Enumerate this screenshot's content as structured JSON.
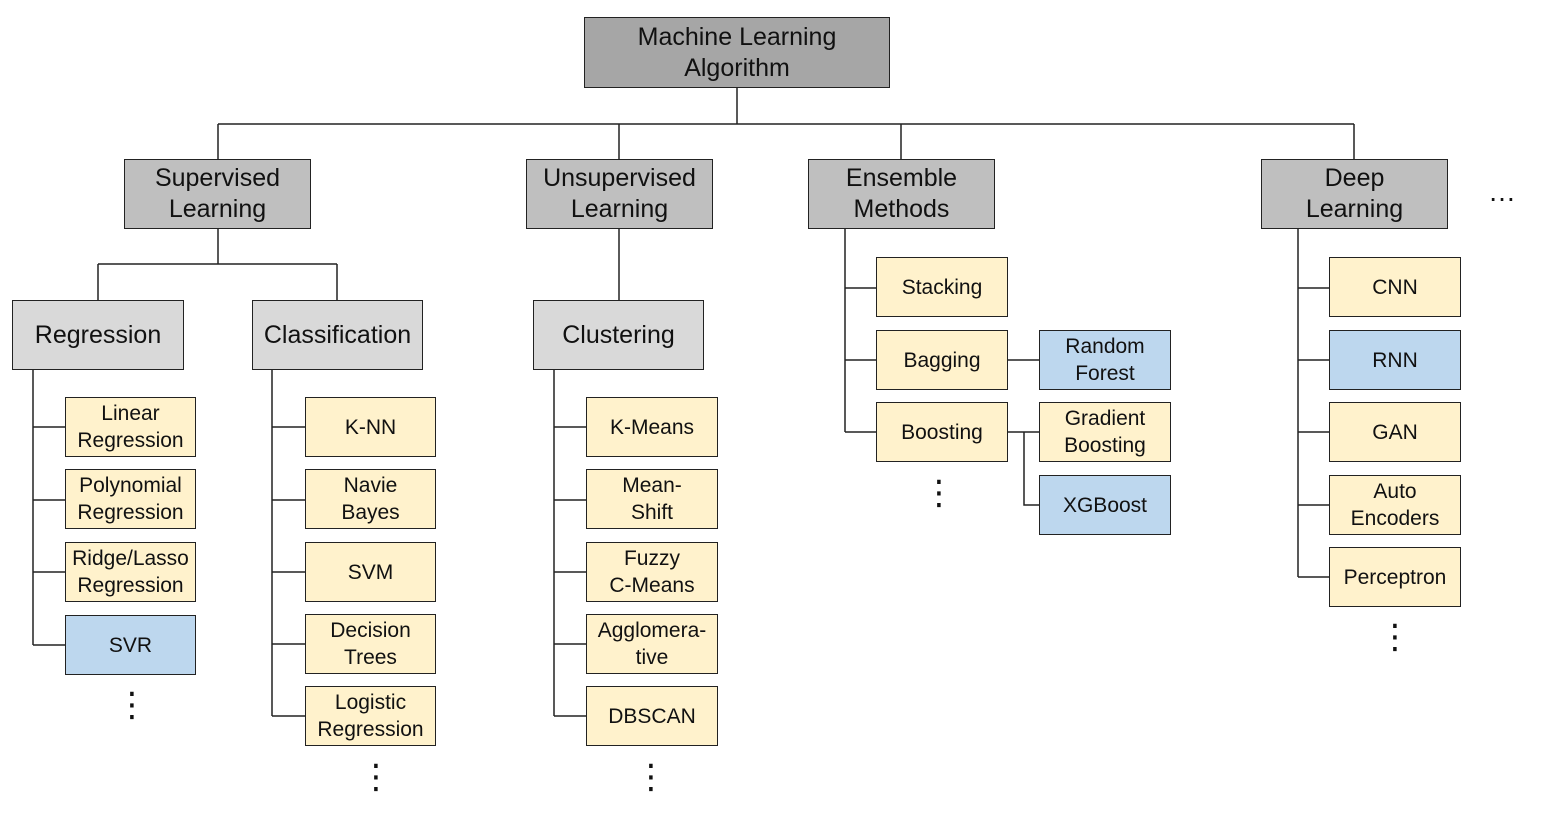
{
  "root": "Machine Learning\nAlgorithm",
  "categories": {
    "supervised": "Supervised\nLearning",
    "unsupervised": "Unsupervised\nLearning",
    "ensemble": "Ensemble\nMethods",
    "deep": "Deep\nLearning",
    "more": "…"
  },
  "subcategories": {
    "regression": "Regression",
    "classification": "Classification",
    "clustering": "Clustering"
  },
  "regression": [
    "Linear\nRegression",
    "Polynomial\nRegression",
    "Ridge/Lasso\nRegression",
    "SVR"
  ],
  "classification": [
    "K-NN",
    "Navie\nBayes",
    "SVM",
    "Decision\nTrees",
    "Logistic\nRegression"
  ],
  "clustering": [
    "K-Means",
    "Mean-\nShift",
    "Fuzzy\nC-Means",
    "Agglomera-\ntive",
    "DBSCAN"
  ],
  "ensemble": {
    "stacking": "Stacking",
    "bagging": "Bagging",
    "boosting": "Boosting",
    "random_forest": "Random\nForest",
    "gradient_boosting": "Gradient\nBoosting",
    "xgboost": "XGBoost"
  },
  "deep": [
    "CNN",
    "RNN",
    "GAN",
    "Auto\nEncoders",
    "Perceptron"
  ],
  "colors": {
    "root": "#a6a6a6",
    "category": "#bfbfbf",
    "subcategory": "#d9d9d9",
    "leaf": "#fff2cc",
    "highlight": "#bdd7ee"
  },
  "continuation": "⋮"
}
